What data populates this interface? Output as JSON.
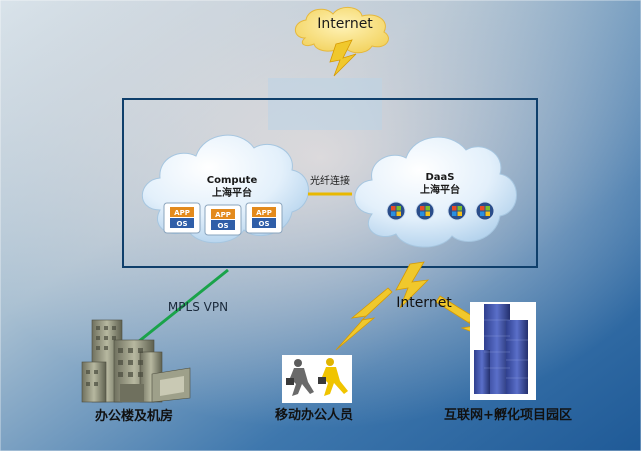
{
  "internet_top": "Internet",
  "internet_mid": "Internet",
  "compute_cloud": {
    "title": "Compute",
    "subtitle": "上海平台"
  },
  "daas_cloud": {
    "title": "DaaS",
    "subtitle": "上海平台"
  },
  "fiber_link": "光纤连接",
  "mpls_link": "MPLS VPN",
  "app_stack": {
    "top": "APP",
    "bottom": "OS"
  },
  "sites": {
    "office": "办公楼及机房",
    "mobile": "移动办公人员",
    "internet_park": "互联网+孵化项目园区"
  },
  "colors": {
    "frame": "#0f3f6b",
    "mpls_line": "#1aa34a",
    "fiber_line": "#e8b800",
    "lightning": "#f0c82c"
  }
}
